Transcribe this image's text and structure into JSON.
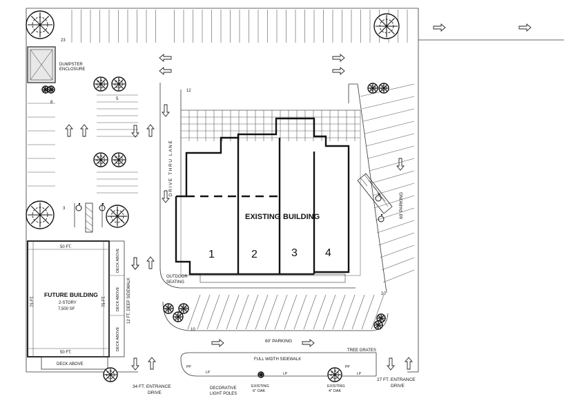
{
  "labels": {
    "space_count_top": "23",
    "dumpster_line1": "DUMPSTER",
    "dumpster_line2": "ENCLOSURE",
    "space_count_8": "8",
    "space_count_5": "5",
    "space_count_12": "12",
    "space_count_3": "3",
    "space_count_10_right": "10",
    "space_count_10_bottom": "10",
    "drive_thru": "DRIVE THRU LANE",
    "existing": "EXISTING",
    "building": "BUILDING",
    "unit_1": "1",
    "unit_2": "2",
    "unit_3": "3",
    "unit_4": "4",
    "outdoor_line1": "OUTDOOR",
    "outdoor_line2": "SEATING",
    "parking_60_bottom": "60' PARKING",
    "parking_60_right": "60' PARKING",
    "future_title": "FUTURE BUILDING",
    "future_story": "2-STORY",
    "future_sf": "7,500 SF",
    "dim_50_top": "50 FT.",
    "dim_50_bottom": "50 FT.",
    "dim_75_left": "75 FT.",
    "dim_75_right": "75 FT.",
    "sidewalk_12": "12 FT. DEEP SIDEWALK",
    "deck_above_1": "DECK ABOVE",
    "deck_above_2": "DECK ABOVE",
    "deck_above_3": "DECK ABOVE",
    "deck_above_bottom": "DECK ABOVE",
    "full_width_sidewalk": "FULL WIDTH SIDEWALK",
    "tree_grates": "TREE GRATES",
    "entrance_34_line1": "34 FT. ENTRANCE",
    "entrance_34_line2": "DRIVE",
    "entrance_27_line1": "27 FT. ENTRANCE",
    "entrance_27_line2": "DRIVE",
    "light_line1": "DECORATIVE",
    "light_line2": "LIGHT POLES",
    "oak1_line1": "EXISTING",
    "oak1_line2": "6\" OAK",
    "oak2_line1": "EXISTING",
    "oak2_line2": "4\" OAK",
    "lp": "LP",
    "pp": "PP"
  }
}
